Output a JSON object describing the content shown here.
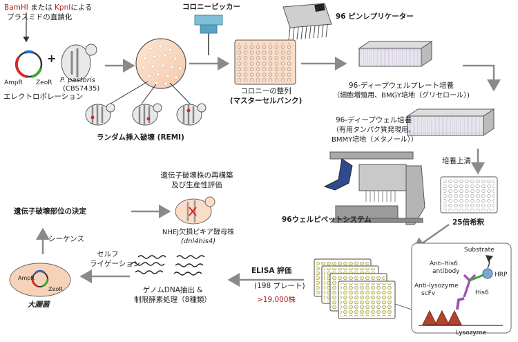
{
  "title": "",
  "colors": {
    "arrow": "#8a8a8a",
    "accent_red": "#b22222",
    "magenta": "#cc2b8c",
    "cell_fill": "#fbdcc6",
    "well_yellow": "#f2f0a6",
    "lysozyme": "#b1452c",
    "hrp": "#7fa7d6",
    "scfv": "#9e57b0"
  },
  "labels": {
    "enzymes_1": "BamHI",
    "enzymes_2": " または ",
    "enzymes_3": "KpnI",
    "enzymes_4": "による",
    "enzymes_line2": "プラスミドの直鎖化",
    "amp": "AmpR",
    "zeo": "ZeoR",
    "electroporation": "エレクトロポレーション",
    "strain": "P. pastoris",
    "strain_id": "(CBS7435)",
    "plus": "+",
    "colony_picker": "コロニーピッカー",
    "pin_replicator": "96 ピンレプリケーター",
    "colony_array_1": "コロニーの整列",
    "colony_array_2": "(マスターセルバンク)",
    "remi": "ランダム挿入破壊 (REMI)",
    "dw_plate_1": "96-ディープウェルプレート培養",
    "dw_plate_2": "（細胞増殖用、BMGY培地（グリセロール）)",
    "dw_culture_1": "96-ディープウェル培養",
    "dw_culture_2": "（有用タンパク質発現用、",
    "dw_culture_3": "BMMY培地（メタノール））",
    "supernatant": "培養上清",
    "dilution": "25倍希釈",
    "pipette_system": "96ウェルピペットシステム",
    "reconstruct_1": "遺伝子破壊株の再構築",
    "reconstruct_2": "及び生産性評価",
    "nhej_1": "NHEJ欠損ピキア酵母株",
    "nhej_2": "(dnl4his4)",
    "site_det": "遺伝子破壊部位の決定",
    "sequence": "シーケンス",
    "self_lig_1": "セルフ",
    "self_lig_2": "ライゲーション",
    "genomic_1": "ゲノムDNA抽出 &",
    "genomic_2": "制限酵素処理（8種類）",
    "ecoli": "大腸菌",
    "elisa": "ELISA 評価",
    "plates": "(198 プレート)",
    "strains": ">19,000株",
    "substrate": "Substrate",
    "anti_his_1": "Anti-His6",
    "anti_his_2": "antibody",
    "hrp": "HRP",
    "anti_lys_1": "Anti-lysozyme",
    "anti_lys_2": "scFv",
    "his6": "His6",
    "lysozyme": "Lysozyme"
  }
}
